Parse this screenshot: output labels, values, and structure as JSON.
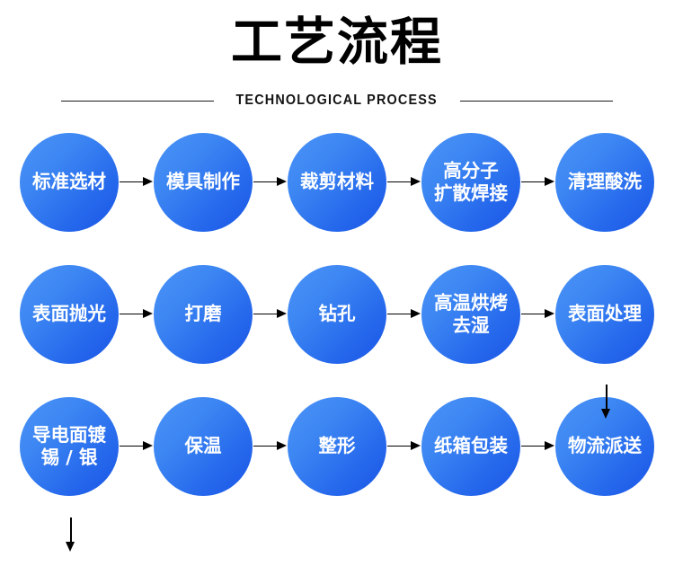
{
  "header": {
    "title": "工艺流程",
    "subtitle": "TECHNOLOGICAL PROCESS"
  },
  "colors": {
    "circle_gradient_start": "#4c93f7",
    "circle_gradient_end": "#1a55e6",
    "circle_text": "#ffffff",
    "arrow": "#000000",
    "title_text": "#000000",
    "background": "#ffffff"
  },
  "flow": {
    "rows": [
      {
        "row_index": 1,
        "steps": [
          {
            "index": 1,
            "label": "标准选材"
          },
          {
            "index": 2,
            "label": "模具制作"
          },
          {
            "index": 3,
            "label": "裁剪材料"
          },
          {
            "index": 4,
            "label": "高分子\n扩散焊接"
          },
          {
            "index": 5,
            "label": "清理酸洗"
          }
        ]
      },
      {
        "row_index": 2,
        "steps": [
          {
            "index": 6,
            "label": "表面抛光"
          },
          {
            "index": 7,
            "label": "打磨"
          },
          {
            "index": 8,
            "label": "钻孔"
          },
          {
            "index": 9,
            "label": "高温烘烤\n去湿"
          },
          {
            "index": 10,
            "label": "表面处理"
          }
        ]
      },
      {
        "row_index": 3,
        "steps": [
          {
            "index": 11,
            "label": "导电面镀\n锡 / 银"
          },
          {
            "index": 12,
            "label": "保温"
          },
          {
            "index": 13,
            "label": "整形"
          },
          {
            "index": 14,
            "label": "纸箱包装"
          },
          {
            "index": 15,
            "label": "物流派送"
          }
        ]
      }
    ],
    "connectors": [
      {
        "name": "row1-to-row2",
        "direction": "down",
        "from": "清理酸洗",
        "to": "表面处理"
      },
      {
        "name": "row2-to-row3",
        "direction": "down",
        "from": "表面抛光",
        "to": "导电面镀锡/银"
      }
    ]
  }
}
